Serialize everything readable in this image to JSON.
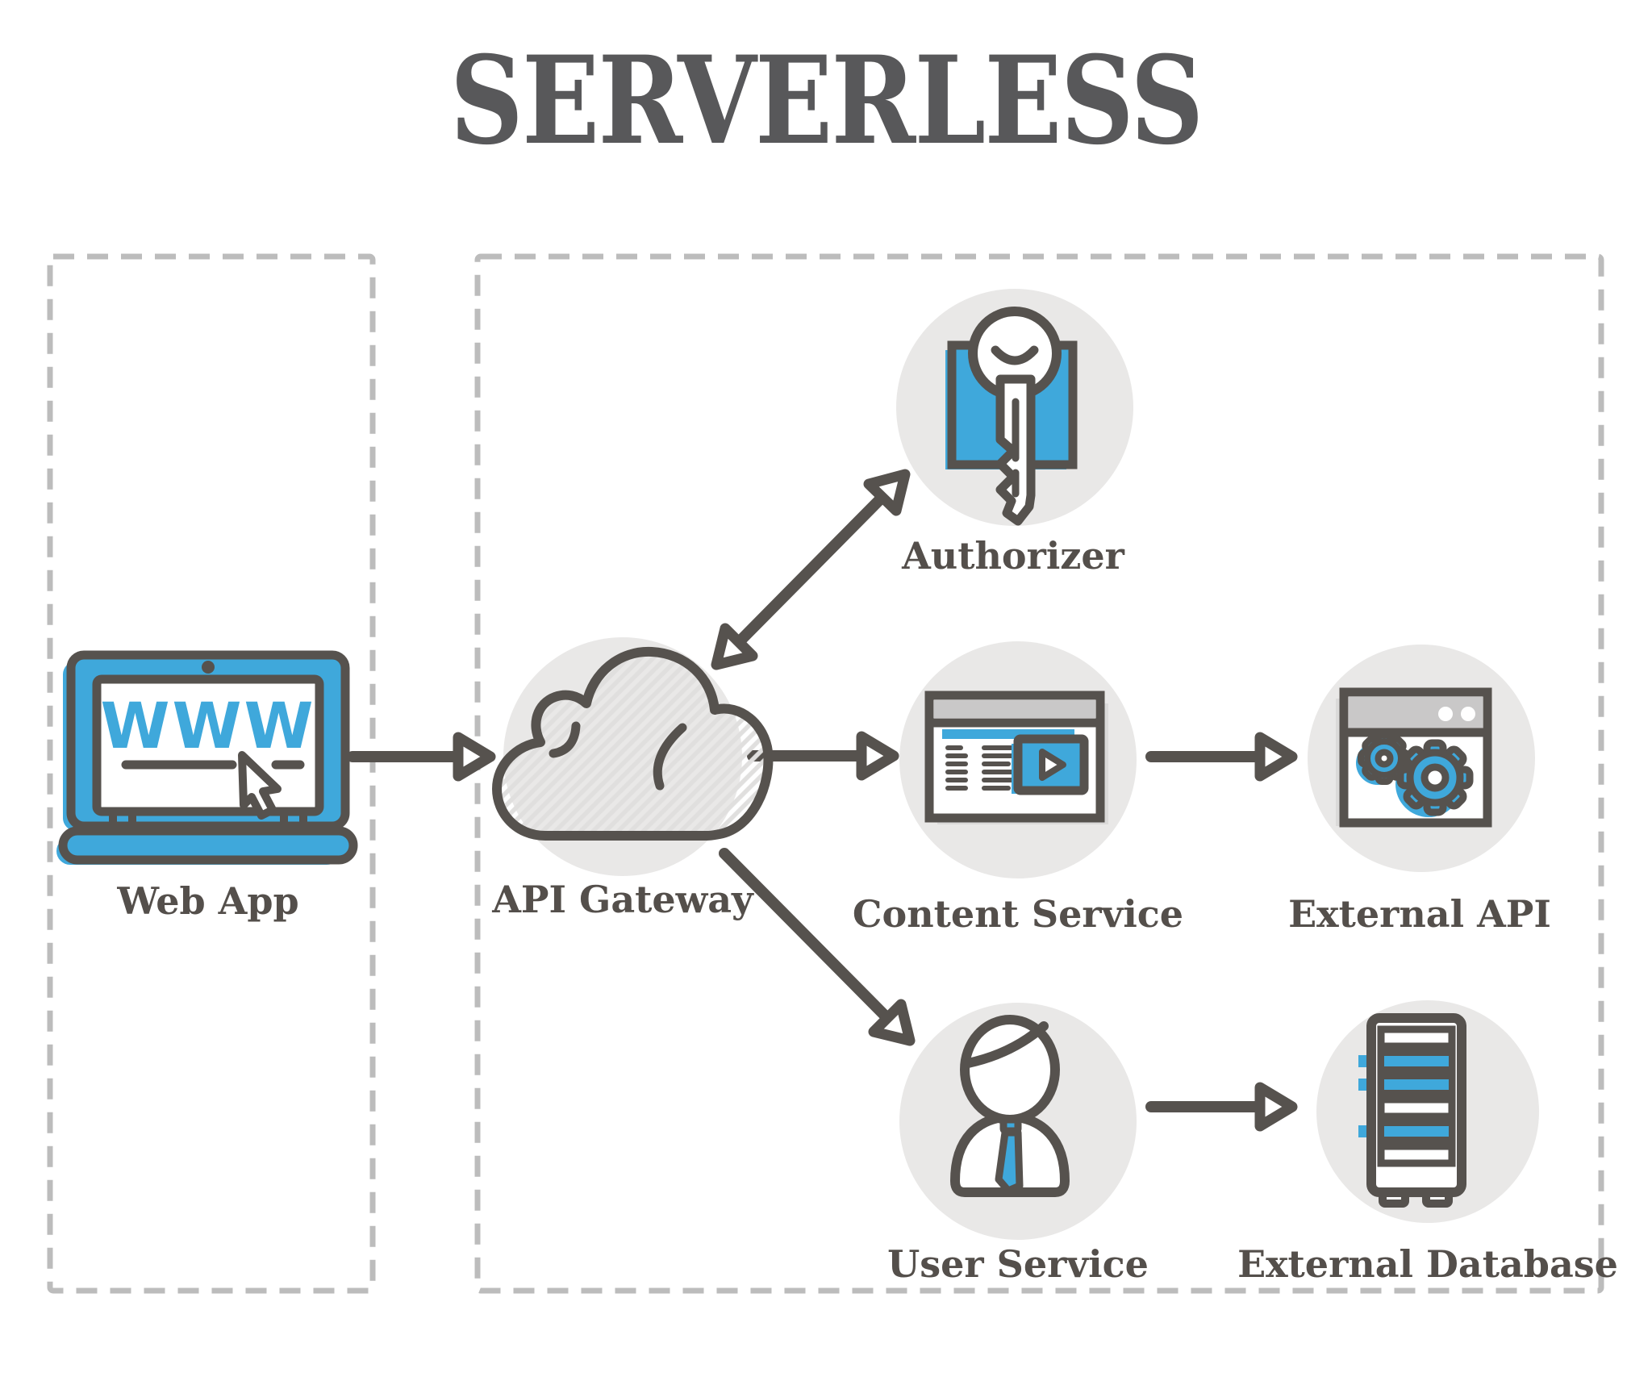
{
  "title": "SERVERLESS",
  "colors": {
    "blue": "#3FA8DB",
    "dark": "#56524E",
    "title-color": "#58585A",
    "label-color": "#544F4B",
    "circle-bg": "#E9E8E7",
    "bar-gray": "#C9C8C8",
    "shadow-gray": "#DBDAD9",
    "hatch-gray": "#E0DFDE",
    "dash-gray": "#BCBCBC"
  },
  "nodes": {
    "web_app": {
      "label": "Web App",
      "icon": "laptop-www-icon"
    },
    "api_gateway": {
      "label": "API Gateway",
      "icon": "cloud-icon"
    },
    "authorizer": {
      "label": "Authorizer",
      "icon": "key-icon"
    },
    "content_service": {
      "label": "Content Service",
      "icon": "browser-video-icon"
    },
    "external_api": {
      "label": "External API",
      "icon": "browser-gears-icon"
    },
    "user_service": {
      "label": "User Service",
      "icon": "person-icon"
    },
    "external_database": {
      "label": "External Database",
      "icon": "server-icon"
    }
  },
  "laptop": {
    "www_text": "WWW"
  },
  "connections": [
    {
      "from": "web_app",
      "to": "api_gateway",
      "direction": "one-way"
    },
    {
      "from": "api_gateway",
      "to": "authorizer",
      "direction": "two-way"
    },
    {
      "from": "api_gateway",
      "to": "content_service",
      "direction": "one-way"
    },
    {
      "from": "content_service",
      "to": "external_api",
      "direction": "one-way"
    },
    {
      "from": "api_gateway",
      "to": "user_service",
      "direction": "one-way"
    },
    {
      "from": "user_service",
      "to": "external_database",
      "direction": "one-way"
    }
  ]
}
